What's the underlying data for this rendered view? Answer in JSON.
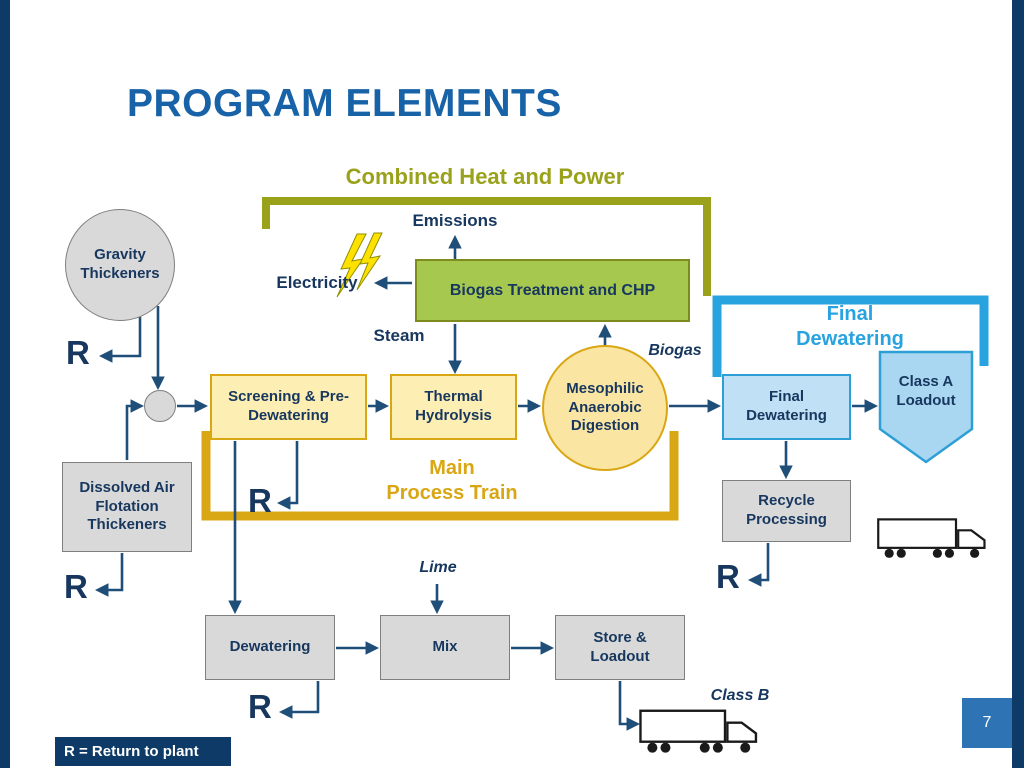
{
  "slide": {
    "title": "PROGRAM ELEMENTS",
    "page_number": "7",
    "legend": "R = Return to plant"
  },
  "groups": {
    "chp": "Combined Heat and Power",
    "main_train": "Main\nProcess Train",
    "final_dewatering": "Final\nDewatering"
  },
  "flows": {
    "emissions": "Emissions",
    "electricity": "Electricity",
    "steam": "Steam",
    "biogas": "Biogas",
    "lime": "Lime",
    "class_b": "Class B",
    "return_symbol": "R"
  },
  "nodes": {
    "gravity_thickeners": "Gravity\nThickeners",
    "daf_thickeners": "Dissolved Air\nFlotation\nThickeners",
    "screening": "Screening & Pre-\nDewatering",
    "thermal_hydrolysis": "Thermal\nHydrolysis",
    "digestion": "Mesophilic\nAnaerobic\nDigestion",
    "biogas_chp": "Biogas Treatment and CHP",
    "final_dewatering": "Final\nDewatering",
    "class_a_loadout": "Class A\nLoadout",
    "recycle_processing": "Recycle\nProcessing",
    "dewatering": "Dewatering",
    "mix": "Mix",
    "store_loadout": "Store &\nLoadout"
  },
  "colors": {
    "navy-dark": "#0d3a66",
    "title-blue": "#1863a8",
    "text-navy": "#17375e",
    "arrow": "#1f4e79",
    "olive": "#9aa21b",
    "gold": "#d9a614",
    "sky": "#29a3df",
    "gray-fill": "#d9d9d9",
    "gray-border": "#7f7f7f",
    "yellow-fill": "#fdeeb4",
    "digestion-fill": "#fbe5a3",
    "green-fill": "#a6c84f",
    "green-border": "#7e8c1f",
    "blue-fill": "#bfe0f5",
    "blue2-fill": "#a9d6f0",
    "blue-border": "#2e9fd6",
    "page-badge": "#2e74b5",
    "bolt-yellow": "#ffe100"
  }
}
